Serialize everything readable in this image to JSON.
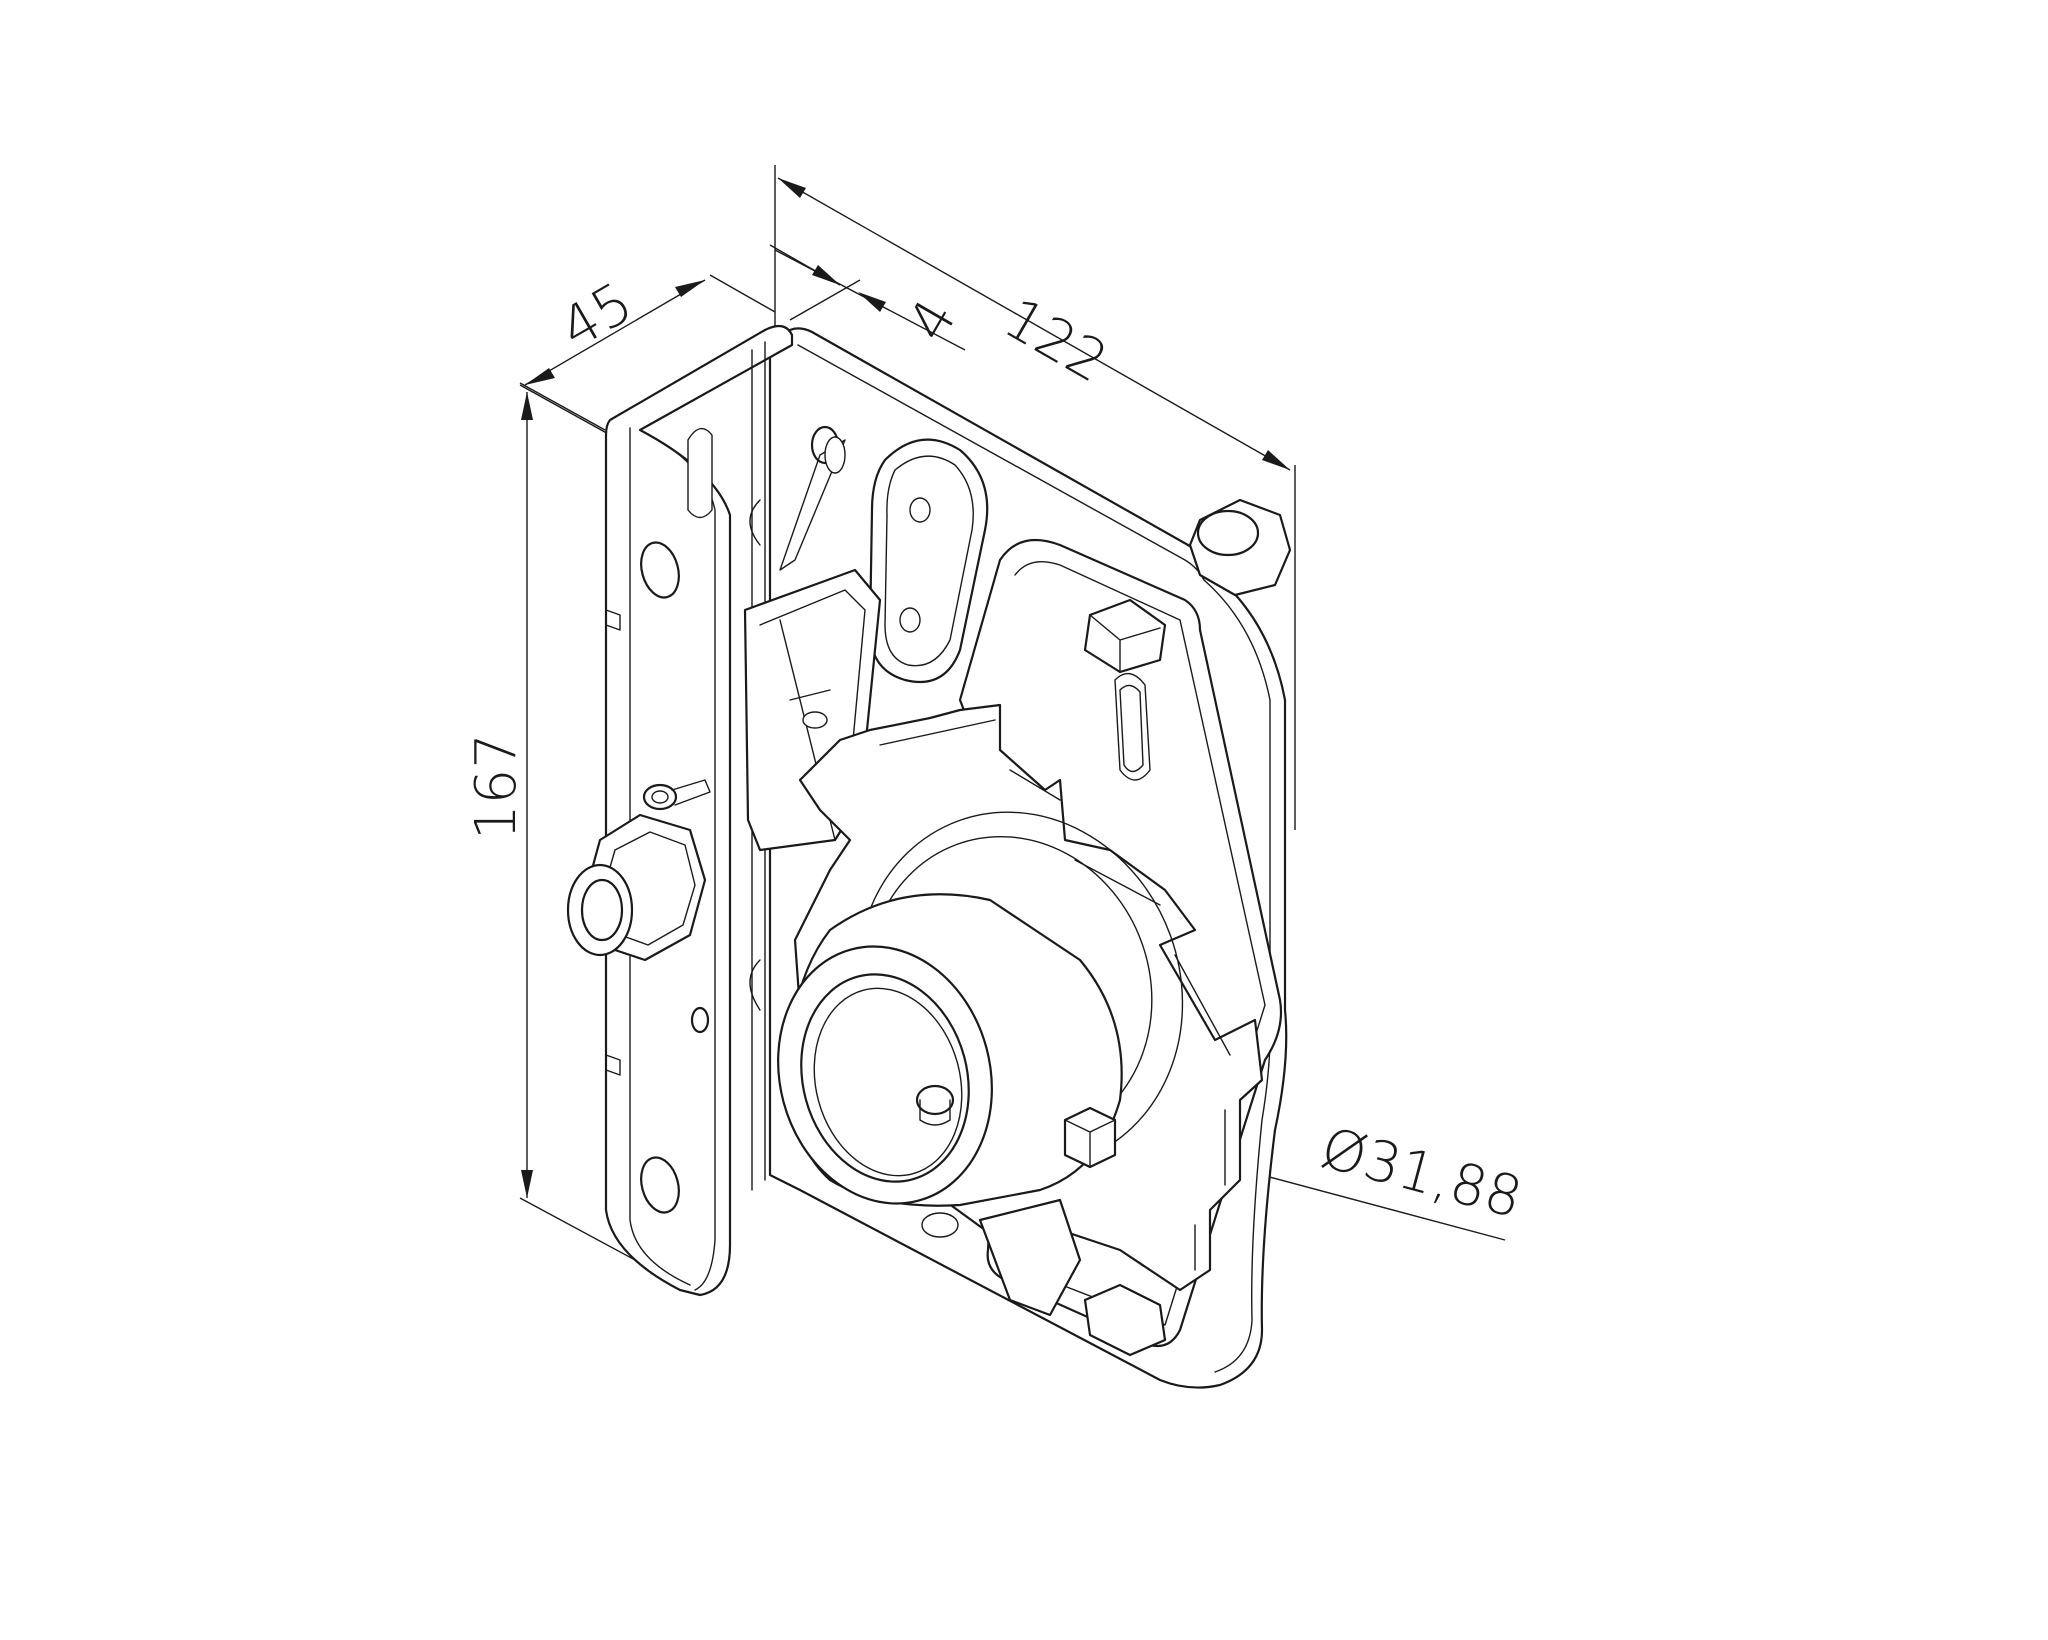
{
  "dimensions": {
    "width_top": "122",
    "depth": "45",
    "thickness": "4",
    "height": "167",
    "bore_diameter": "Ø31,88"
  },
  "colors": {
    "line": "#1a1a1a",
    "background": "#ffffff"
  }
}
